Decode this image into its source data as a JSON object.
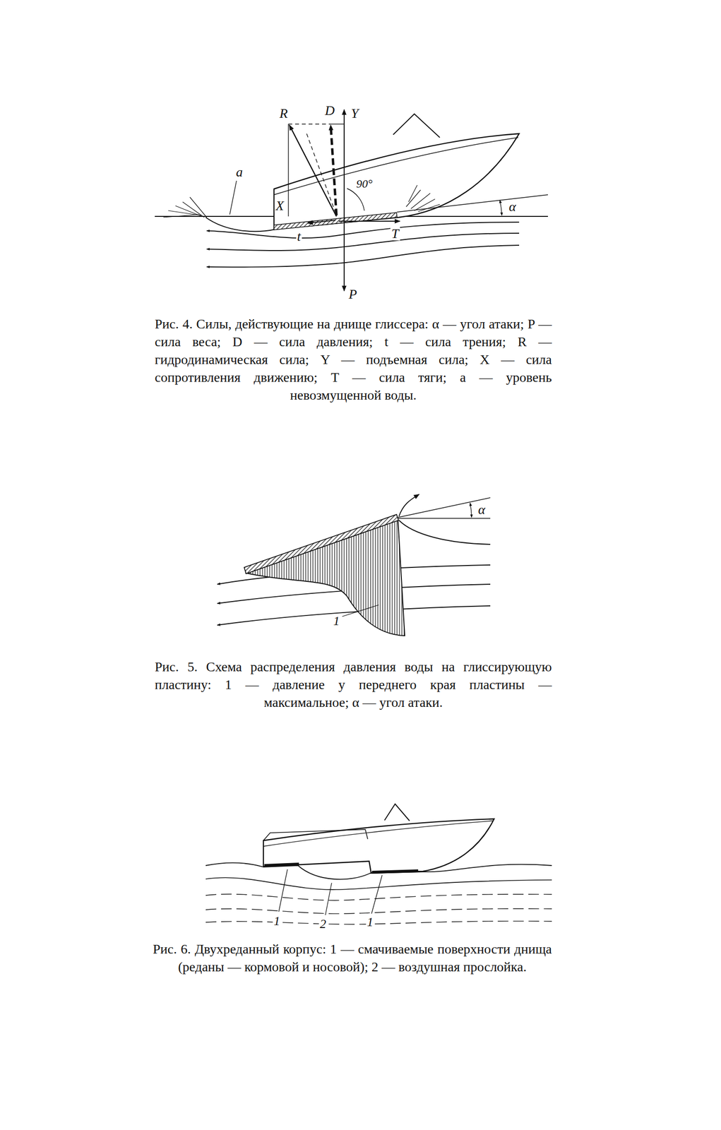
{
  "diagram": {
    "labels": [
      "R",
      "D",
      "Y",
      "a",
      "90°",
      "α",
      "X",
      "t",
      "T",
      "P",
      "Рис. 4. Силы, действующие на днище глиссера: α — угол атаки; P — сила веса; D — сила давления; t — сила трения; R — гидродинамическая сила; Y — подъемная сила; X — сила сопротивления движению; T — сила тяги; a — уровень невозмущенной воды.",
      "α",
      "1",
      "Рис. 5. Схема распределения давления воды на глиссирующую пластину: 1 — давление у переднего края пластины — максимальное; α — угол атаки.",
      "1",
      "2",
      "1",
      "Рис. 6. Двухреданный корпус: 1 — смачиваемые поверхности днища (реданы — кормовой и носовой); 2 — воздушная прослойка."
    ]
  }
}
